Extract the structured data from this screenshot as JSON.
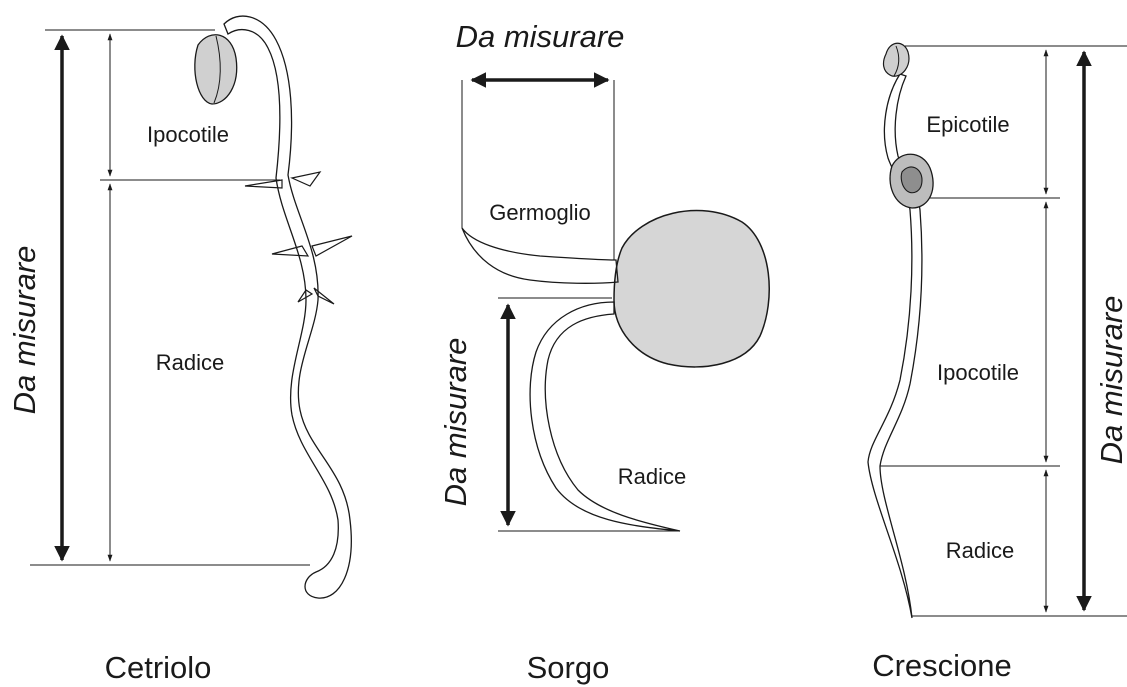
{
  "colors": {
    "ink": "#1a1a1a",
    "seed_fill": "#d9d9d9",
    "background": "#ffffff"
  },
  "panels": [
    {
      "species": "Cetriolo",
      "measure_label": "Da misurare",
      "parts": [
        "Ipocotile",
        "Radice"
      ]
    },
    {
      "species": "Sorgo",
      "measure_label_top": "Da misurare",
      "measure_label_side": "Da misurare",
      "parts": [
        "Germoglio",
        "Radice"
      ]
    },
    {
      "species": "Crescione",
      "measure_label": "Da misurare",
      "parts": [
        "Epicotile",
        "Ipocotile",
        "Radice"
      ]
    }
  ]
}
